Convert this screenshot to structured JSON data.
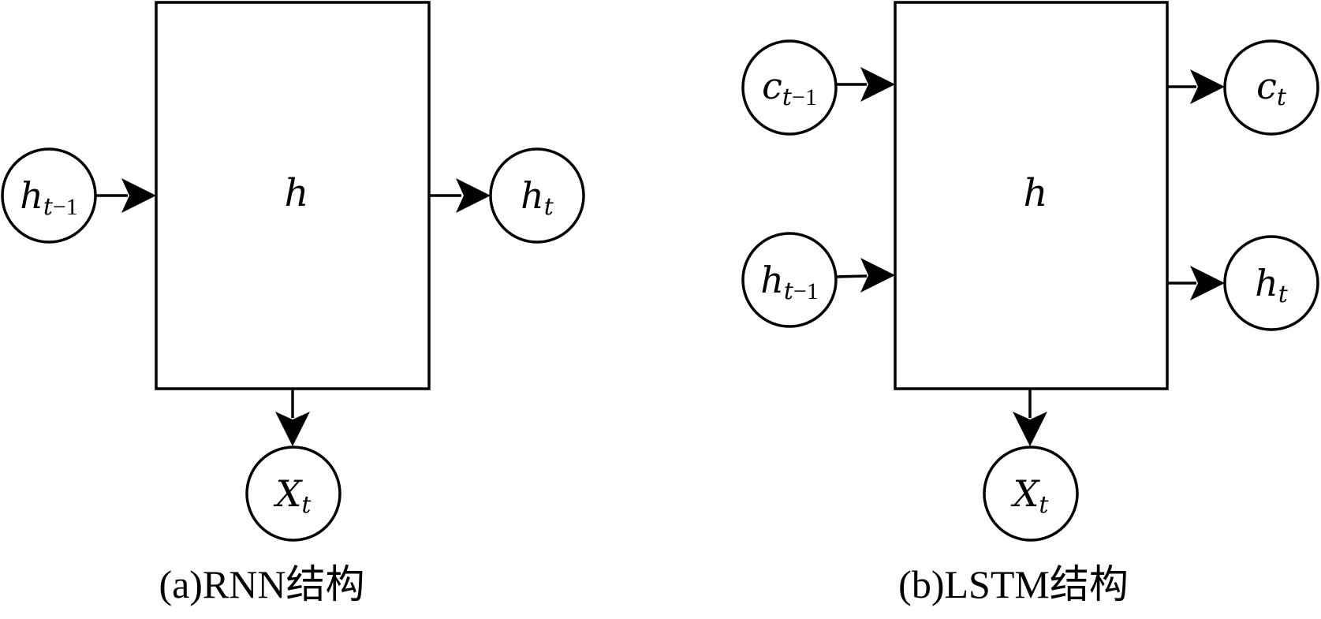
{
  "rnn": {
    "box_label": "h",
    "input_node": {
      "main": "h",
      "sub_italic": "t",
      "sub_rest": "−1"
    },
    "output_node": {
      "main": "h",
      "sub_italic": "t",
      "sub_rest": ""
    },
    "bottom_node": {
      "main": "X",
      "sub_italic": "t",
      "sub_rest": ""
    },
    "caption": "(a)RNN结构"
  },
  "lstm": {
    "box_label": "h",
    "input_cell_node": {
      "main": "c",
      "sub_italic": "t",
      "sub_rest": "−1"
    },
    "input_hidden_node": {
      "main": "h",
      "sub_italic": "t",
      "sub_rest": "−1"
    },
    "output_cell_node": {
      "main": "c",
      "sub_italic": "t",
      "sub_rest": ""
    },
    "output_hidden_node": {
      "main": "h",
      "sub_italic": "t",
      "sub_rest": ""
    },
    "bottom_node": {
      "main": "X",
      "sub_italic": "t",
      "sub_rest": ""
    },
    "caption": "(b)LSTM结构"
  }
}
